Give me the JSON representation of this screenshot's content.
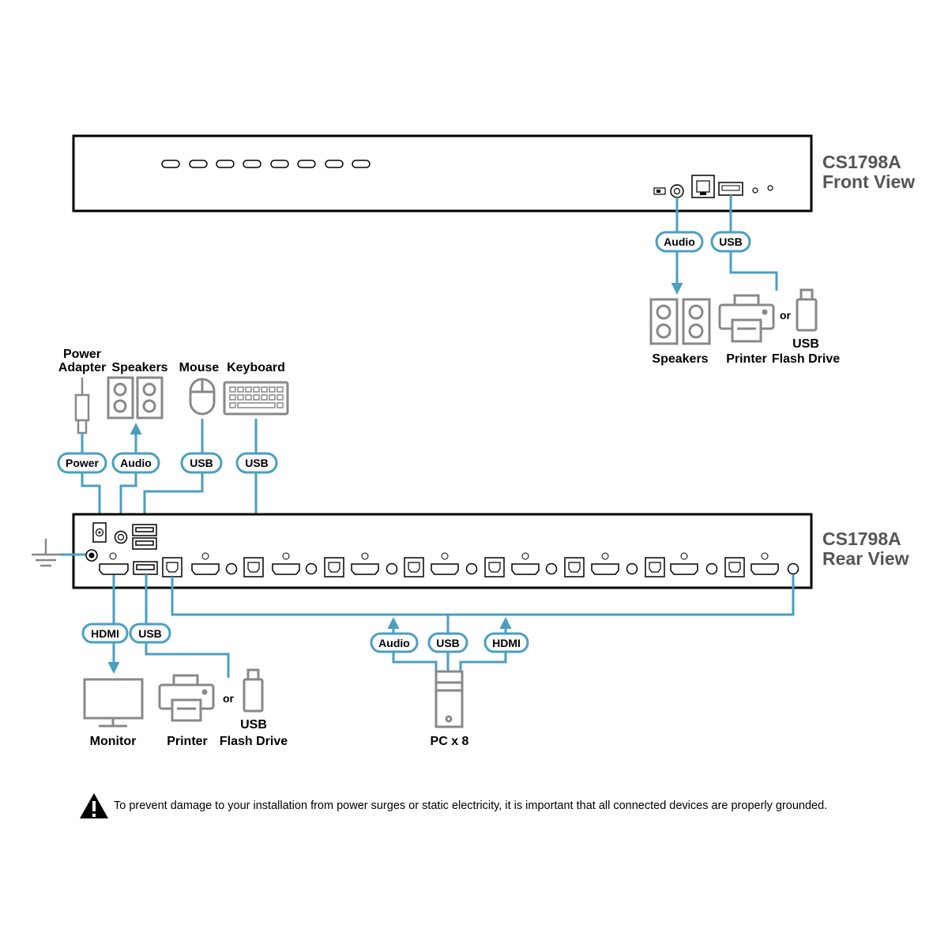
{
  "front": {
    "title_line1": "CS1798A",
    "title_line2": "Front View",
    "pill_audio": "Audio",
    "pill_usb": "USB",
    "or_text": "or",
    "usb_text": "USB",
    "label_speakers": "Speakers",
    "label_printer": "Printer",
    "label_flash_drive": "Flash Drive"
  },
  "rear": {
    "title_line1": "CS1798A",
    "title_line2": "Rear View",
    "top_devices": {
      "power_line1": "Power",
      "power_line2": "Adapter",
      "speakers": "Speakers",
      "mouse": "Mouse",
      "keyboard": "Keyboard"
    },
    "pills_top": {
      "power": "Power",
      "audio": "Audio",
      "usb_mouse": "USB",
      "usb_keyboard": "USB"
    },
    "pills_bottom": {
      "hdmi": "HDMI",
      "usb": "USB",
      "pc_audio": "Audio",
      "pc_usb": "USB",
      "pc_hdmi": "HDMI"
    },
    "bottom_labels": {
      "monitor": "Monitor",
      "printer": "Printer",
      "or_text": "or",
      "usb_line1": "USB",
      "usb_line2": "Flash Drive",
      "pc": "PC x 8"
    }
  },
  "warning": {
    "text": "To prevent damage to your installation from power surges or static electricity, it is important that all connected devices are properly grounded."
  },
  "colors": {
    "cable": "#4a9fc0",
    "device_gray": "#888888",
    "panel": "#000000"
  }
}
